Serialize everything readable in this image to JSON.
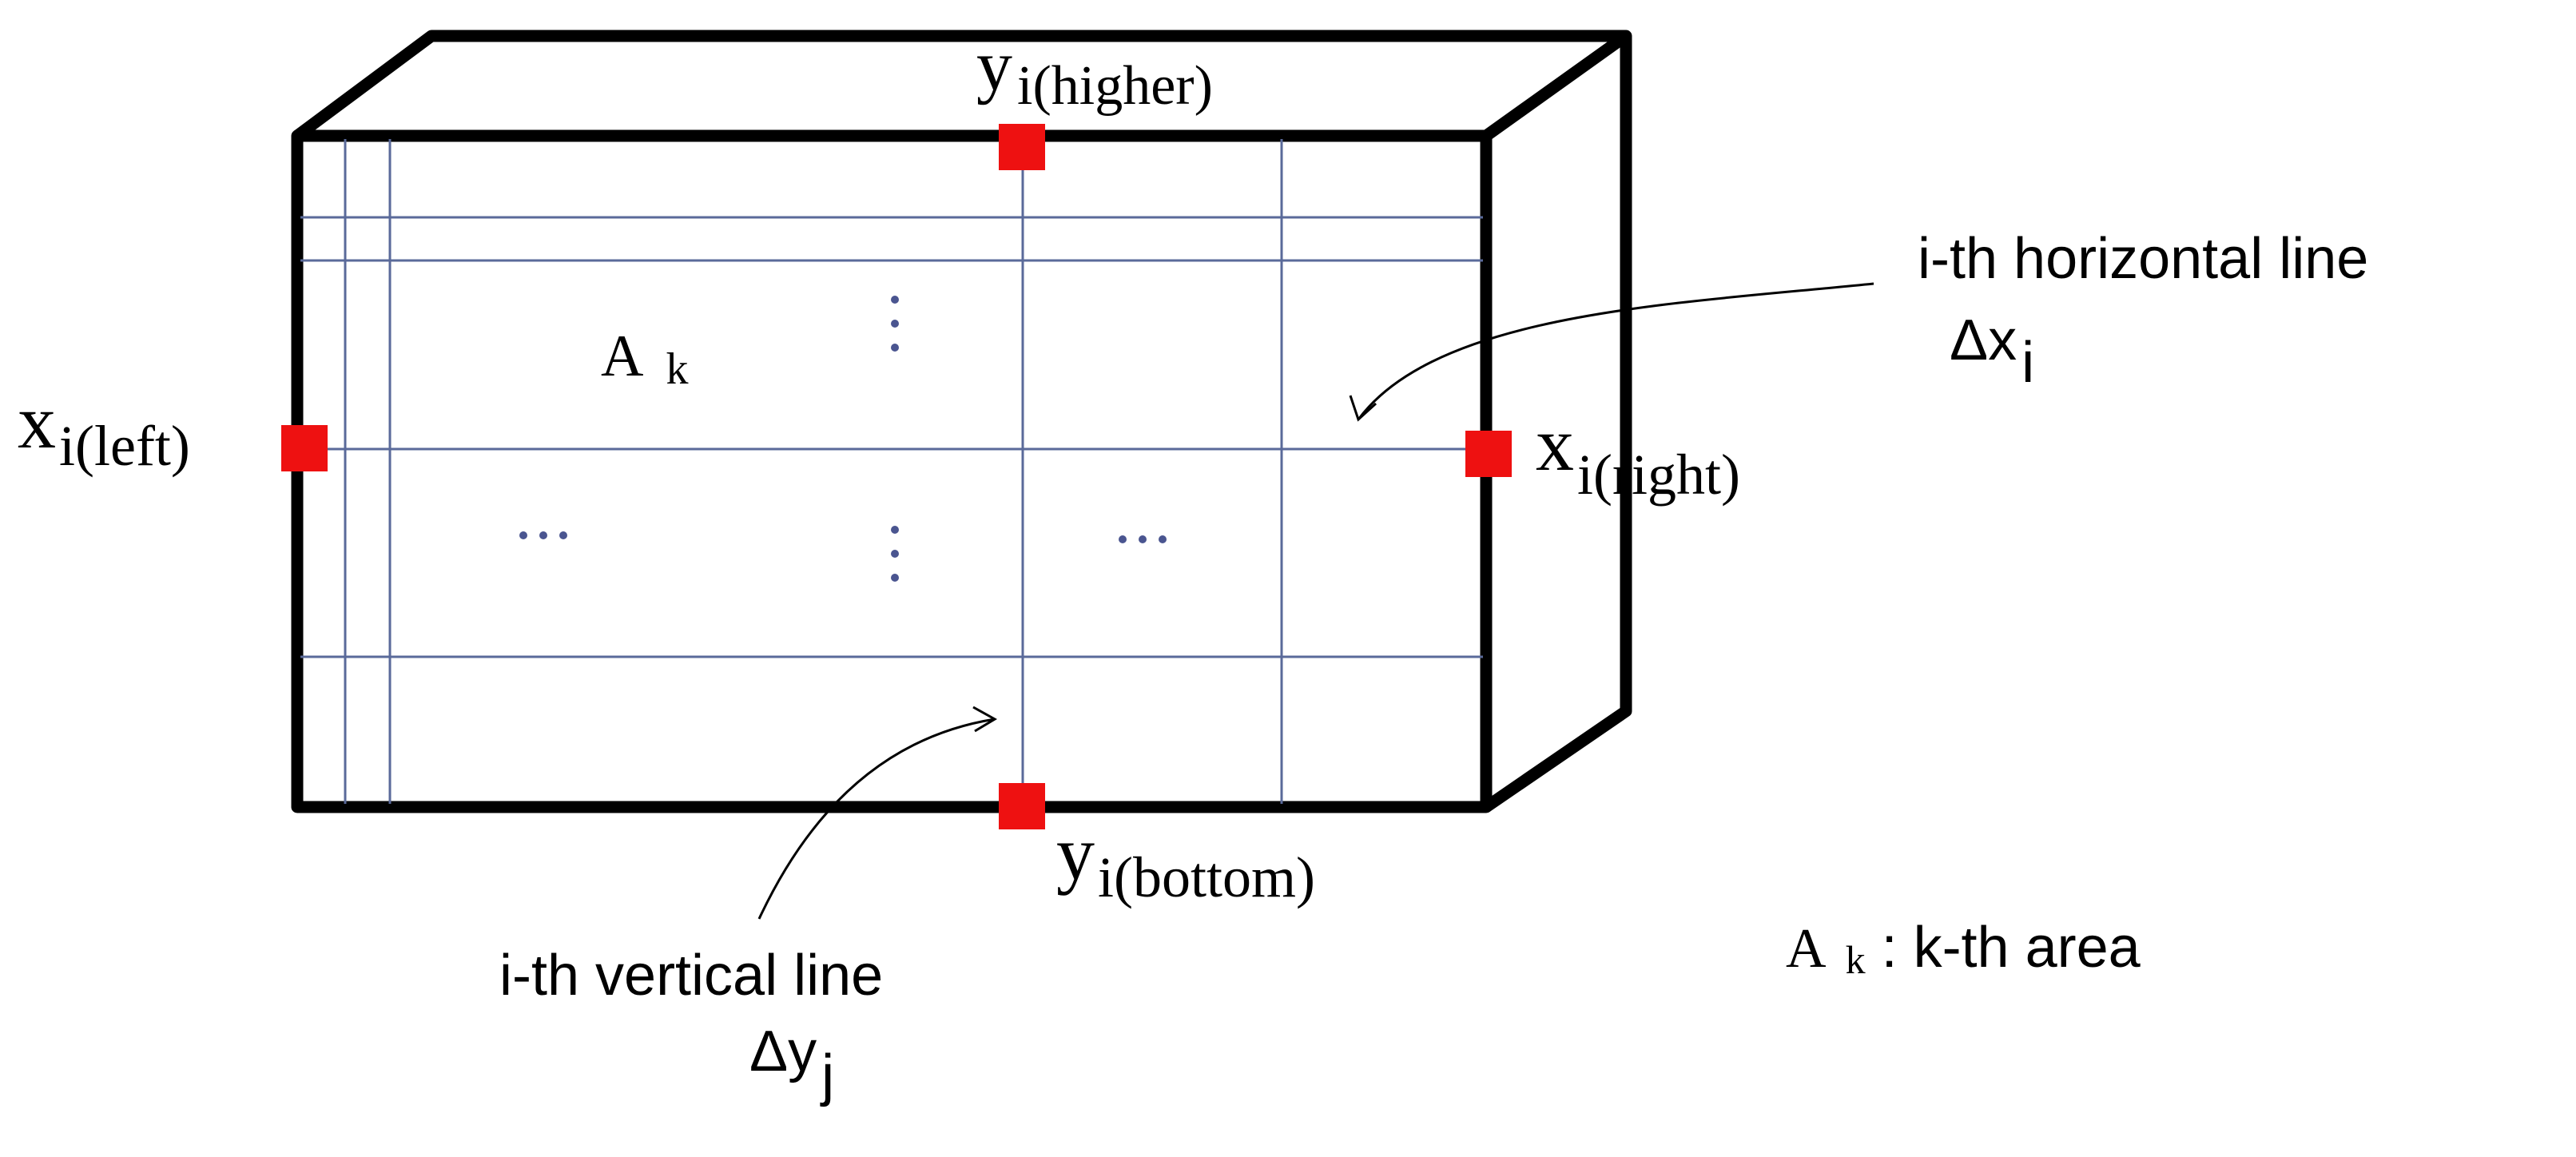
{
  "labels": {
    "y_higher_main": "y",
    "y_higher_sub": "i(higher)",
    "x_left_main": "x",
    "x_left_sub": "i(left)",
    "x_right_main": "x",
    "x_right_sub": "i(right)",
    "y_bottom_main": "y",
    "y_bottom_sub": "i(bottom)",
    "area_main": "A",
    "area_sub": "k",
    "horizontal_line": "i-th horizontal line",
    "delta_x_main": "Δx",
    "delta_x_sub": "i",
    "vertical_line": "i-th vertical line",
    "delta_y_main": "Δy",
    "delta_y_sub": "j",
    "legend_main": "A",
    "legend_sub": "k",
    "legend_text": ": k-th area",
    "dots_vertical": "⋮",
    "dots_horizontal": "⋯"
  },
  "colors": {
    "marker": "#ee1111",
    "grid_line": "#5a6a9a",
    "frame": "#000000",
    "dots": "#4a5590"
  }
}
